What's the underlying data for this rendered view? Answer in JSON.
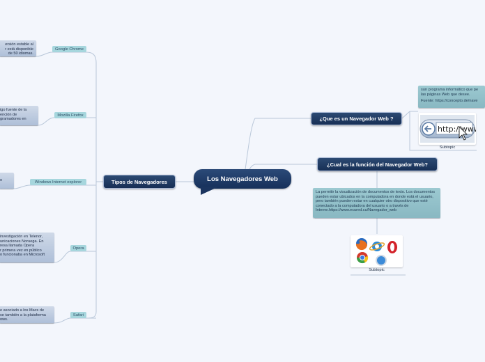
{
  "central": {
    "label": "Los Navegadores Web"
  },
  "main_topics": {
    "que_es": "¿Que es un Navegador Web ?",
    "funcion": "¿Cual es la función del Navegador Web?",
    "tipos": "Tipos de Navegadores"
  },
  "notes": {
    "que_es_text": "sun programa informático que pe las páginas Web que desee.",
    "que_es_source": "Fuente: https://concepto.de/nave",
    "funcion_text": "La permitir la visualización de documentos de texto. Los documentos pueden estar ubicados en la computadora en donde está el usuario, pero también pueden estar en cualquier otro dispositivo que esté conectado a la computadora del usuario o a través de Interne.https://www.ecured.cu/Navegador_web"
  },
  "images": {
    "url_caption": "Subtopic",
    "url_text": "http://www.",
    "browsers_caption": "Subtopic"
  },
  "browsers": [
    {
      "label": "Google Chrome",
      "note": [
        "ersión estable al",
        "r está disponible",
        "de 50 idiomas."
      ]
    },
    {
      "label": "Mozilla Firefox",
      "note": [
        "igo fuente de la",
        "ención de",
        "gramadores en"
      ]
    },
    {
      "label": "Windows Internet explorer",
      "note": [
        "o"
      ]
    },
    {
      "label": "Opera",
      "note": [
        "investigación en Telenor,",
        "unicaciones Noruega. En",
        "resa llamada Opera",
        "r primera vez en público",
        "o funcionaba en Microsoft"
      ]
    },
    {
      "label": "Safari",
      "note": [
        "e asociado a los Macs de",
        "se también a la plataforma",
        "ows."
      ]
    }
  ],
  "colors": {
    "background": "#f3f6fc",
    "main_topic": "#1f3a63",
    "subtopic": "#a6d6dd",
    "connector": "#b8c6d8"
  }
}
